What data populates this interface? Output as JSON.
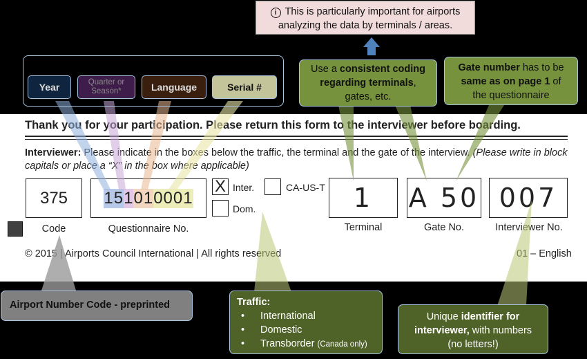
{
  "info_note": {
    "icon": "info-icon",
    "text_line1": "This is particularly important for airports",
    "text_line2": "analyzing the data by terminals / areas."
  },
  "key_tags": {
    "year": "Year",
    "quarter_line1": "Quarter or",
    "quarter_line2": "Season*",
    "language": "Language",
    "serial": "Serial #"
  },
  "terminal_note": {
    "line1_prefix": "Use a ",
    "line1_bold": "consistent coding",
    "line2_bold": "regarding terminals",
    "line2_suffix": ",",
    "line3": "gates, etc."
  },
  "gate_note": {
    "line1_bold": "Gate number",
    "line1_suffix": " has to be",
    "line2_bold": "same as on page 1",
    "line2_suffix": " of",
    "line3": "the questionnaire"
  },
  "form": {
    "thanks": "Thank you for your participation. Please return this form to the interviewer before boarding.",
    "instr_bold": "Interviewer:",
    "instr_text": " Please indicate in the boxes below the traffic, the terminal and the gate of the interview. ",
    "instr_italic": "(Please write in block capitals or place a “X” in the box where applicable)",
    "code_value": "375",
    "code_label": "Code",
    "questionnaire": {
      "year": "15",
      "quarter": "1",
      "language": "01",
      "serial": "0001",
      "label": "Questionnaire No."
    },
    "traffic_options": [
      {
        "label": "Inter.",
        "mark": "X"
      },
      {
        "label": "CA-US-T",
        "mark": ""
      },
      {
        "label": "Dom.",
        "mark": ""
      }
    ],
    "terminal_value": "1",
    "terminal_label": "Terminal",
    "gate_value": "A 50",
    "gate_label": "Gate No.",
    "interviewer_value": "007",
    "interviewer_label": "Interviewer No.",
    "copyright": "© 2015 | Airports Council International | All rights reserved",
    "page_lang": "01 – English"
  },
  "airport_note": "Airport Number Code - preprinted",
  "traffic_note": {
    "title": "Traffic:",
    "items": [
      "International",
      "Domestic",
      "Transborder"
    ],
    "transborder_suffix": "(Canada only)"
  },
  "interviewer_note": {
    "line1_prefix": "Unique ",
    "line1_bold": "identifier for",
    "line2_bold": "interviewer,",
    "line2_suffix": " with numbers",
    "line3": "(no letters!)"
  },
  "colors": {
    "info_bg": "#f2dcdb",
    "callout_dark_green": "#4f6228",
    "callout_light_green": "#76923c",
    "arrow_blue": "#4f81bd",
    "year_highlight": "#b8c8e8",
    "quarter_highlight": "#e2c8e6",
    "language_highlight": "#f2d6bf",
    "serial_highlight": "#ecedb8"
  }
}
